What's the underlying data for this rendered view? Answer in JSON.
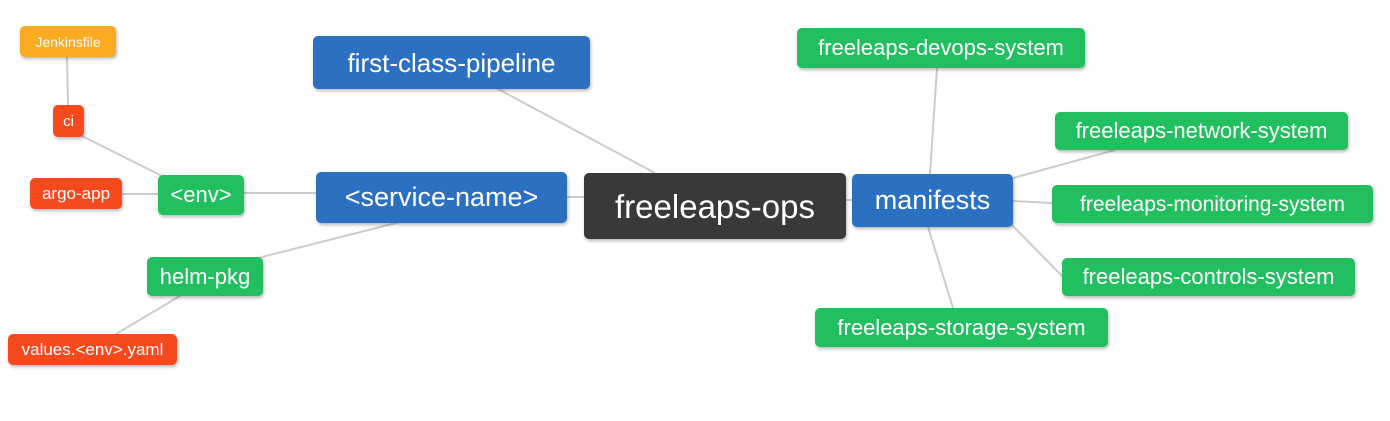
{
  "diagram": {
    "type": "mindmap",
    "root_label": "freeleaps-ops",
    "palette": {
      "blue": "#2c70c2",
      "green": "#21bf5f",
      "red": "#f7491e",
      "orange": "#fbab1f",
      "dark": "#3b3838",
      "edge_line": "#cccccc",
      "background": "#ffffff",
      "node_text": "#ffffff"
    },
    "nodes": [
      {
        "id": "jenkinsfile",
        "label": "Jenkinsfile",
        "color": "orange"
      },
      {
        "id": "ci",
        "label": "ci",
        "color": "red"
      },
      {
        "id": "argo-app",
        "label": "argo-app",
        "color": "red"
      },
      {
        "id": "env",
        "label": "<env>",
        "color": "green"
      },
      {
        "id": "helm-pkg",
        "label": "helm-pkg",
        "color": "green"
      },
      {
        "id": "values-env-yaml",
        "label": "values.<env>.yaml",
        "color": "red"
      },
      {
        "id": "first-class-pipeline",
        "label": "first-class-pipeline",
        "color": "blue"
      },
      {
        "id": "service-name",
        "label": "<service-name>",
        "color": "blue"
      },
      {
        "id": "freeleaps-ops",
        "label": "freeleaps-ops",
        "color": "dark"
      },
      {
        "id": "manifests",
        "label": "manifests",
        "color": "blue"
      },
      {
        "id": "freeleaps-devops-system",
        "label": "freeleaps-devops-system",
        "color": "green"
      },
      {
        "id": "freeleaps-network-system",
        "label": "freeleaps-network-system",
        "color": "green"
      },
      {
        "id": "freeleaps-monitoring-system",
        "label": "freeleaps-monitoring-system",
        "color": "green"
      },
      {
        "id": "freeleaps-controls-system",
        "label": "freeleaps-controls-system",
        "color": "green"
      },
      {
        "id": "freeleaps-storage-system",
        "label": "freeleaps-storage-system",
        "color": "green"
      }
    ],
    "edges": [
      {
        "from": "Jenkinsfile",
        "to": "ci"
      },
      {
        "from": "ci",
        "to": "<env>"
      },
      {
        "from": "argo-app",
        "to": "<env>"
      },
      {
        "from": "<env>",
        "to": "<service-name>"
      },
      {
        "from": "helm-pkg",
        "to": "<service-name>"
      },
      {
        "from": "values.<env>.yaml",
        "to": "helm-pkg"
      },
      {
        "from": "first-class-pipeline",
        "to": "freeleaps-ops"
      },
      {
        "from": "<service-name>",
        "to": "freeleaps-ops"
      },
      {
        "from": "freeleaps-ops",
        "to": "manifests"
      },
      {
        "from": "manifests",
        "to": "freeleaps-devops-system"
      },
      {
        "from": "manifests",
        "to": "freeleaps-network-system"
      },
      {
        "from": "manifests",
        "to": "freeleaps-monitoring-system"
      },
      {
        "from": "manifests",
        "to": "freeleaps-controls-system"
      },
      {
        "from": "manifests",
        "to": "freeleaps-storage-system"
      }
    ]
  }
}
